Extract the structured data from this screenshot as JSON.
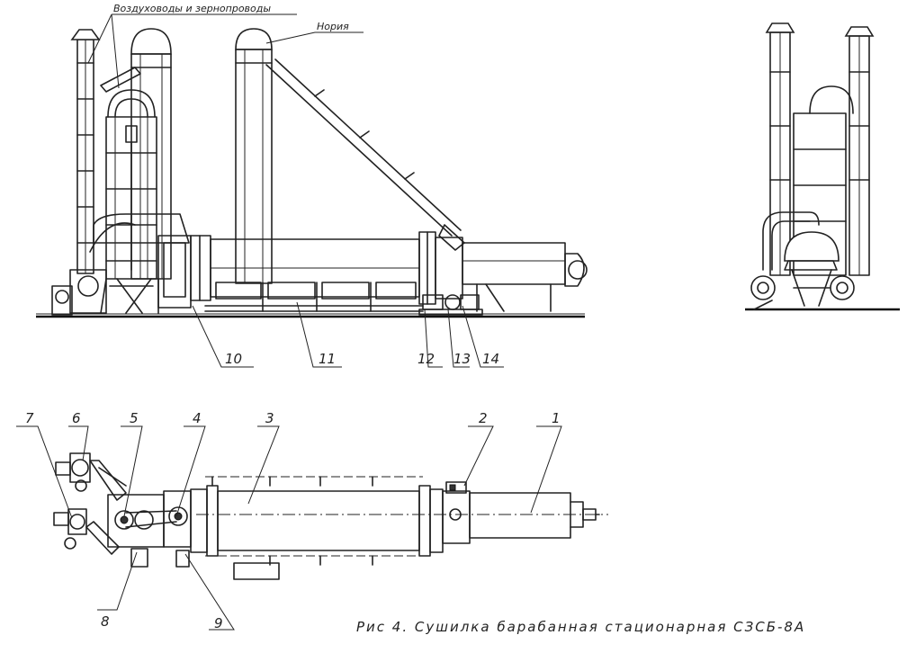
{
  "annotations": {
    "air_ducts": "Воздуховоды и зернопроводы",
    "elevator": "Нория"
  },
  "callouts_side": [
    "10",
    "11",
    "12",
    "13",
    "14"
  ],
  "callouts_plan": [
    "1",
    "2",
    "3",
    "4",
    "5",
    "6",
    "7",
    "8",
    "9"
  ],
  "caption": "Рис 4. Сушилка барабанная стационарная СЗСБ-8А"
}
